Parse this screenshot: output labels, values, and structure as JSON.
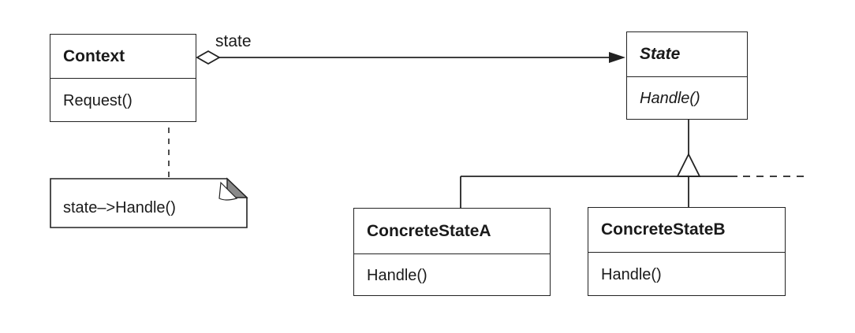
{
  "classes": {
    "context": {
      "name": "Context",
      "operation": "Request()"
    },
    "state": {
      "name": "State",
      "operation": "Handle()"
    },
    "concrete_a": {
      "name": "ConcreteStateA",
      "operation": "Handle()"
    },
    "concrete_b": {
      "name": "ConcreteStateB",
      "operation": "Handle()"
    }
  },
  "association": {
    "role_label": "state"
  },
  "note": {
    "text": "state–>Handle()"
  }
}
